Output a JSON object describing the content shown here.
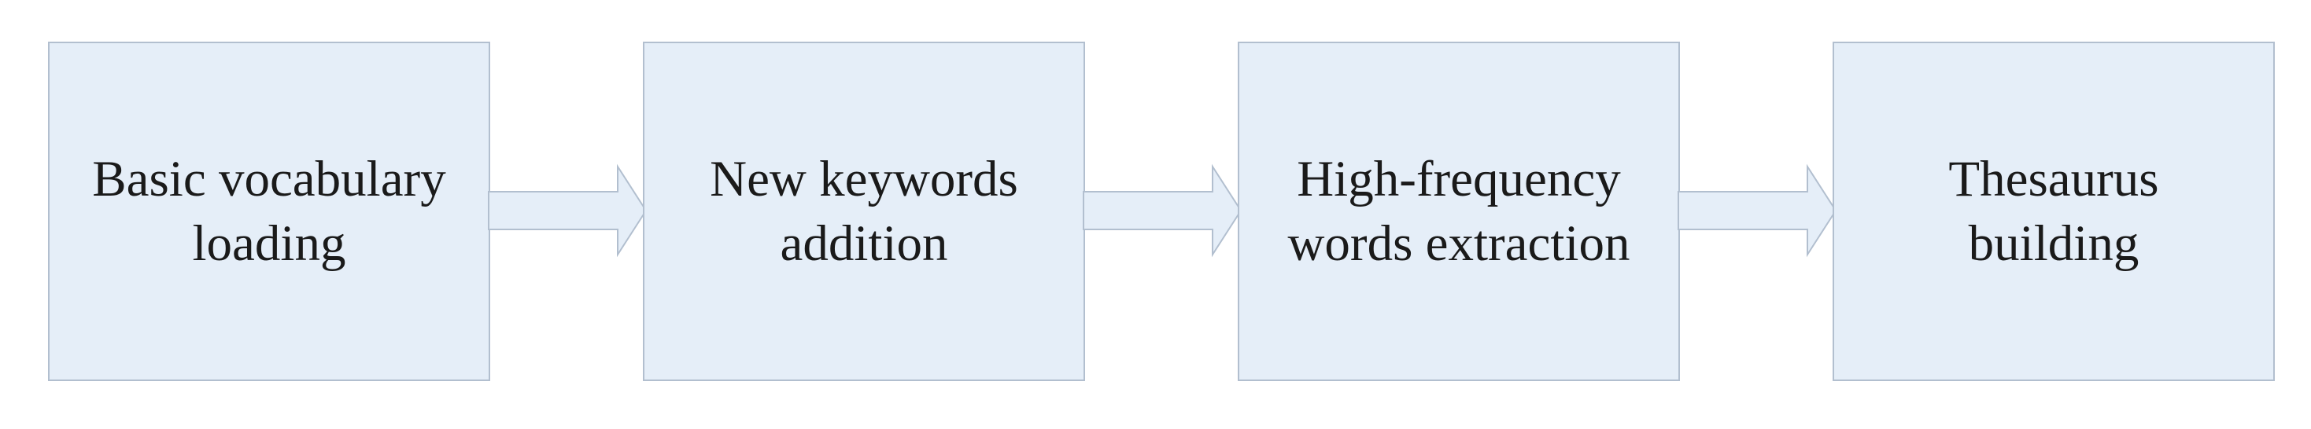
{
  "diagram": {
    "steps": [
      {
        "label": "Basic vocabulary\nloading"
      },
      {
        "label": "New keywords\naddition"
      },
      {
        "label": "High-frequency\nwords extraction"
      },
      {
        "label": "Thesaurus\nbuilding"
      }
    ],
    "colors": {
      "box_fill": "#e5eef8",
      "box_border": "#b2bfcf",
      "arrow_fill": "#e5eef8",
      "arrow_stroke": "#b2bfcf",
      "text": "#1a1a1a"
    }
  }
}
